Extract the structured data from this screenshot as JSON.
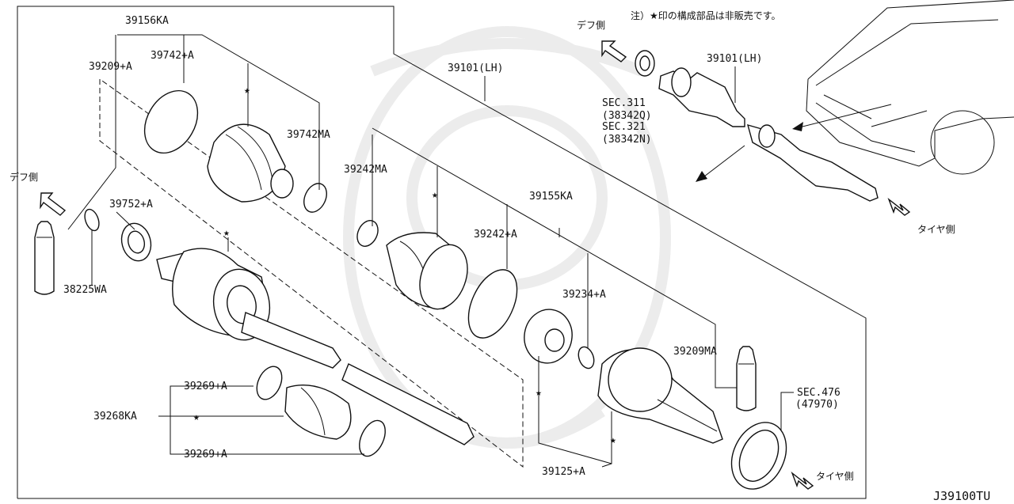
{
  "callouts": {
    "p39156KA": "39156KA",
    "p39209A": "39209+A",
    "p39742A": "39742+A",
    "p39742MA": "39742MA",
    "p39101LH_main": "39101(LH)",
    "p39242MA": "39242MA",
    "p39155KA": "39155KA",
    "p39752A": "39752+A",
    "p38225WA": "38225WA",
    "p39242A": "39242+A",
    "p39234A": "39234+A",
    "p39209MA": "39209MA",
    "p39269A_top": "39269+A",
    "p39268KA": "39268KA",
    "p39269A_bottom": "39269+A",
    "p39125A": "39125+A",
    "sec476": "SEC.476",
    "sec476_ref": "(47970)"
  },
  "inset": {
    "note": "注）★印の構成部品は非販売です。",
    "part_39101LH": "39101(LH)",
    "sec311": "SEC.311",
    "sec311_ref": "(38342Q)",
    "sec321": "SEC.321",
    "sec321_ref": "(38342N)",
    "diff_side": "デフ側",
    "tire_side": "タイヤ側"
  },
  "direction_labels": {
    "diff_side": "デフ側",
    "tire_side": "タイヤ側"
  },
  "symbols": {
    "star": "★"
  },
  "diagram_code": "J39100TU",
  "icons": [
    "star-marker",
    "direction-arrow-icon",
    "car-front-outline",
    "axle-part"
  ]
}
